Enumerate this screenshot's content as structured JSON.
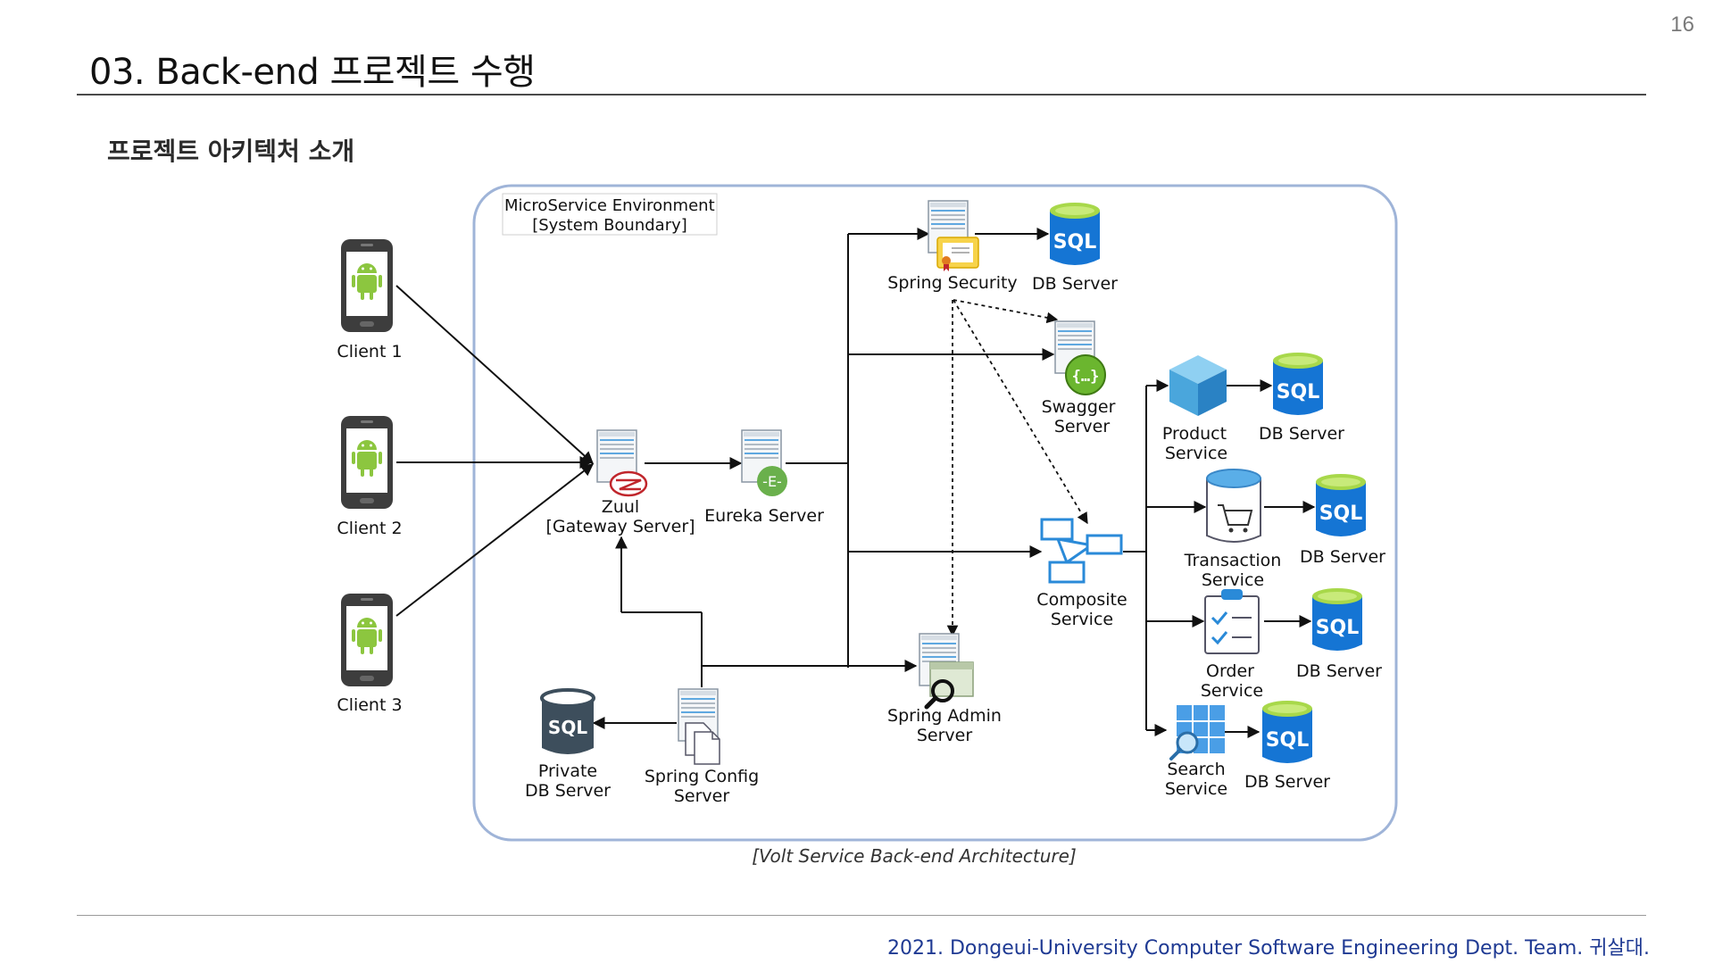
{
  "page_number": "16",
  "title": "03. Back-end 프로젝트 수행",
  "subtitle": "프로젝트 아키텍처 소개",
  "boundary": {
    "line1": "MicroService Environment",
    "line2": "[System Boundary]"
  },
  "clients": [
    "Client 1",
    "Client 2",
    "Client 3"
  ],
  "nodes": {
    "zuul": {
      "line1": "Zuul",
      "line2": "[Gateway Server]"
    },
    "eureka": {
      "line1": "Eureka Server"
    },
    "security": {
      "line1": "Spring Security"
    },
    "security_db": {
      "line1": "DB Server"
    },
    "swagger": {
      "line1": "Swagger",
      "line2": "Server"
    },
    "composite": {
      "line1": "Composite",
      "line2": "Service"
    },
    "admin": {
      "line1": "Spring Admin",
      "line2": "Server"
    },
    "config": {
      "line1": "Spring Config",
      "line2": "Server"
    },
    "private_db": {
      "line1": "Private",
      "line2": "DB Server"
    },
    "product": {
      "line1": "Product",
      "line2": "Service"
    },
    "product_db": {
      "line1": "DB Server"
    },
    "transaction": {
      "line1": "Transaction",
      "line2": "Service"
    },
    "transaction_db": {
      "line1": "DB Server"
    },
    "order": {
      "line1": "Order",
      "line2": "Service"
    },
    "order_db": {
      "line1": "DB Server"
    },
    "search": {
      "line1": "Search",
      "line2": "Service"
    },
    "search_db": {
      "line1": "DB Server"
    }
  },
  "sql_badge": "SQL",
  "caption": "[Volt Service Back-end Architecture]",
  "footer": "2021. Dongeui-University Computer Software Engineering Dept. Team. 귀살대.",
  "colors": {
    "accent_blue": "#1f3a93",
    "sql_blue": "#1575d4",
    "sql_top_green": "#a8d84a",
    "boundary": "#9fb4d8",
    "android_green": "#8cc63f"
  },
  "icons": [
    "android-phone-icon",
    "server-icon",
    "zuul-logo-icon",
    "eureka-icon",
    "certificate-icon",
    "sql-database-icon",
    "swagger-icon",
    "cube-icon",
    "cart-database-icon",
    "clipboard-check-icon",
    "search-grid-icon",
    "composite-network-icon",
    "admin-magnifier-icon",
    "document-copy-icon"
  ]
}
